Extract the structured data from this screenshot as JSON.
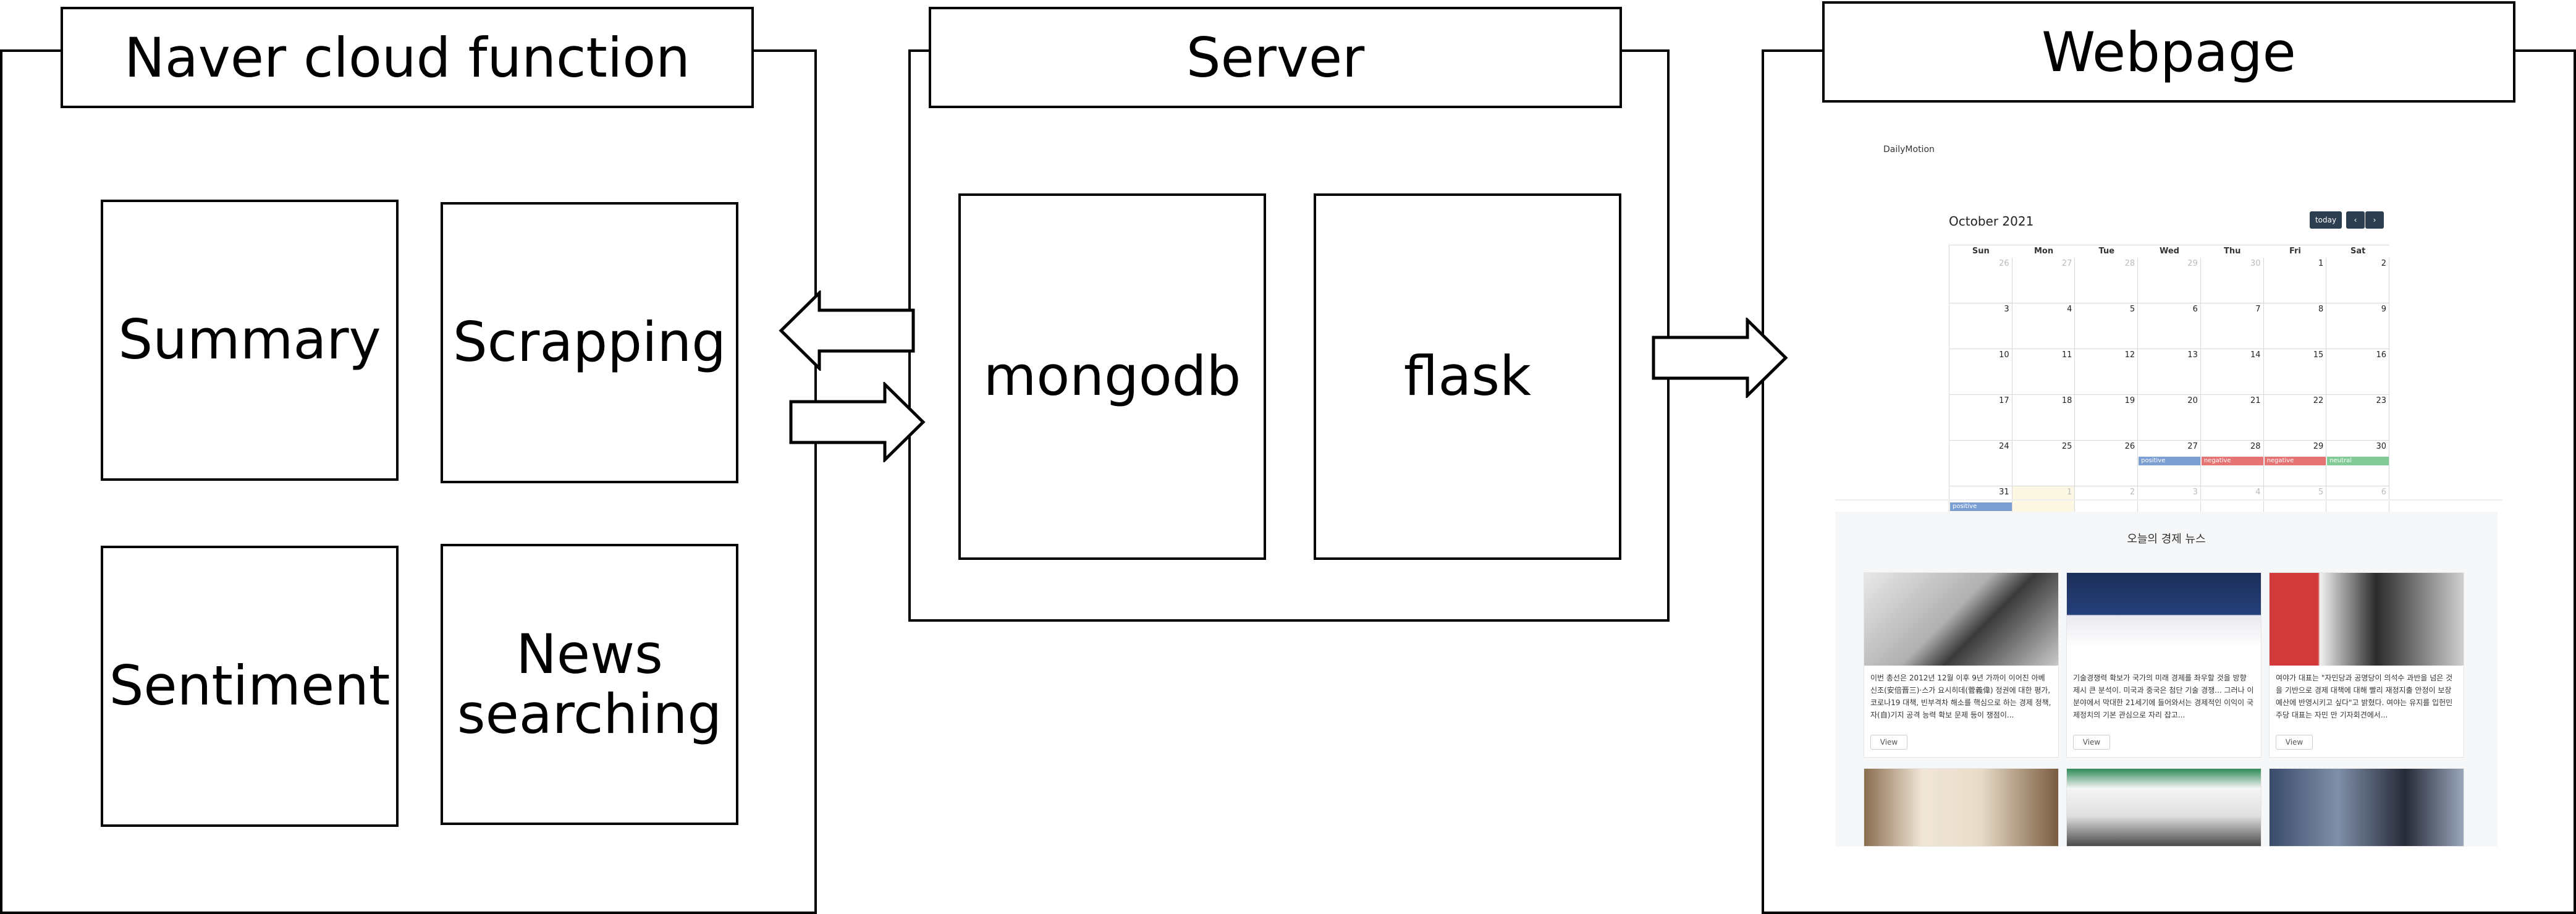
{
  "naver": {
    "title": "Naver cloud function",
    "modules": [
      "Summary",
      "Scrapping",
      "Sentiment",
      "News searching"
    ]
  },
  "server": {
    "title": "Server",
    "modules": [
      "mongodb",
      "flask"
    ]
  },
  "webpage": {
    "title": "Webpage",
    "brand": "DailyMotion",
    "calendar": {
      "month_label": "October 2021",
      "today_label": "today",
      "prev_icon": "chevron-left-icon",
      "next_icon": "chevron-right-icon",
      "weekdays": [
        "Sun",
        "Mon",
        "Tue",
        "Wed",
        "Thu",
        "Fri",
        "Sat"
      ],
      "days": [
        "26",
        "27",
        "28",
        "29",
        "30",
        "1",
        "2",
        "3",
        "4",
        "5",
        "6",
        "7",
        "8",
        "9",
        "10",
        "11",
        "12",
        "13",
        "14",
        "15",
        "16",
        "17",
        "18",
        "19",
        "20",
        "21",
        "22",
        "23",
        "24",
        "25",
        "26",
        "27",
        "28",
        "29",
        "30",
        "31",
        "1",
        "2",
        "3",
        "4",
        "5",
        "6"
      ],
      "events": [
        {
          "week": 4,
          "day": 3,
          "label": "positive",
          "color": "#7b9fd3"
        },
        {
          "week": 4,
          "day": 4,
          "label": "negative",
          "color": "#e57373"
        },
        {
          "week": 4,
          "day": 5,
          "label": "negative",
          "color": "#e57373"
        },
        {
          "week": 4,
          "day": 6,
          "label": "neutral",
          "color": "#81c995"
        },
        {
          "week": 5,
          "day": 0,
          "label": "positive",
          "color": "#7b9fd3"
        }
      ]
    },
    "news": {
      "heading": "오늘의 경제 뉴스",
      "view_label": "View",
      "items": [
        {
          "text": "이번 총선은 2012년 12월 이후 9년 가까이 이어진 아베 신조(安倍晋三)·스가 요시히데(菅義偉) 정권에 대한 평가, 코로나19 대책, 빈부격차 해소를 핵심으로 하는 경제 정책, 자(自)기지 공격 능력 확보 문제 등이 쟁점이..."
        },
        {
          "text": "기술경쟁력 확보가 국가의 미래 경제를 좌우할 것을 방향 제시 큰 분석이. 미국과 중국은 첨단 기술 경쟁... 그러나 이 분야에서 막대한 21세기에 들어와서는 경제적인 이익이 국제정치의 기본 관심으로 자리 잡고..."
        },
        {
          "text": "여야가 대표는 \"자민당과 공명당이 의석수 과반을 넘은 것을 기반으로 경제 대책에 대해 빨리 재정지출 안정이 보장 예산에 반영시키고 싶다\"고 밝혔다. 여야는 유지를 입헌민주당 대표는 자민 만 기자회견에서..."
        }
      ]
    }
  }
}
